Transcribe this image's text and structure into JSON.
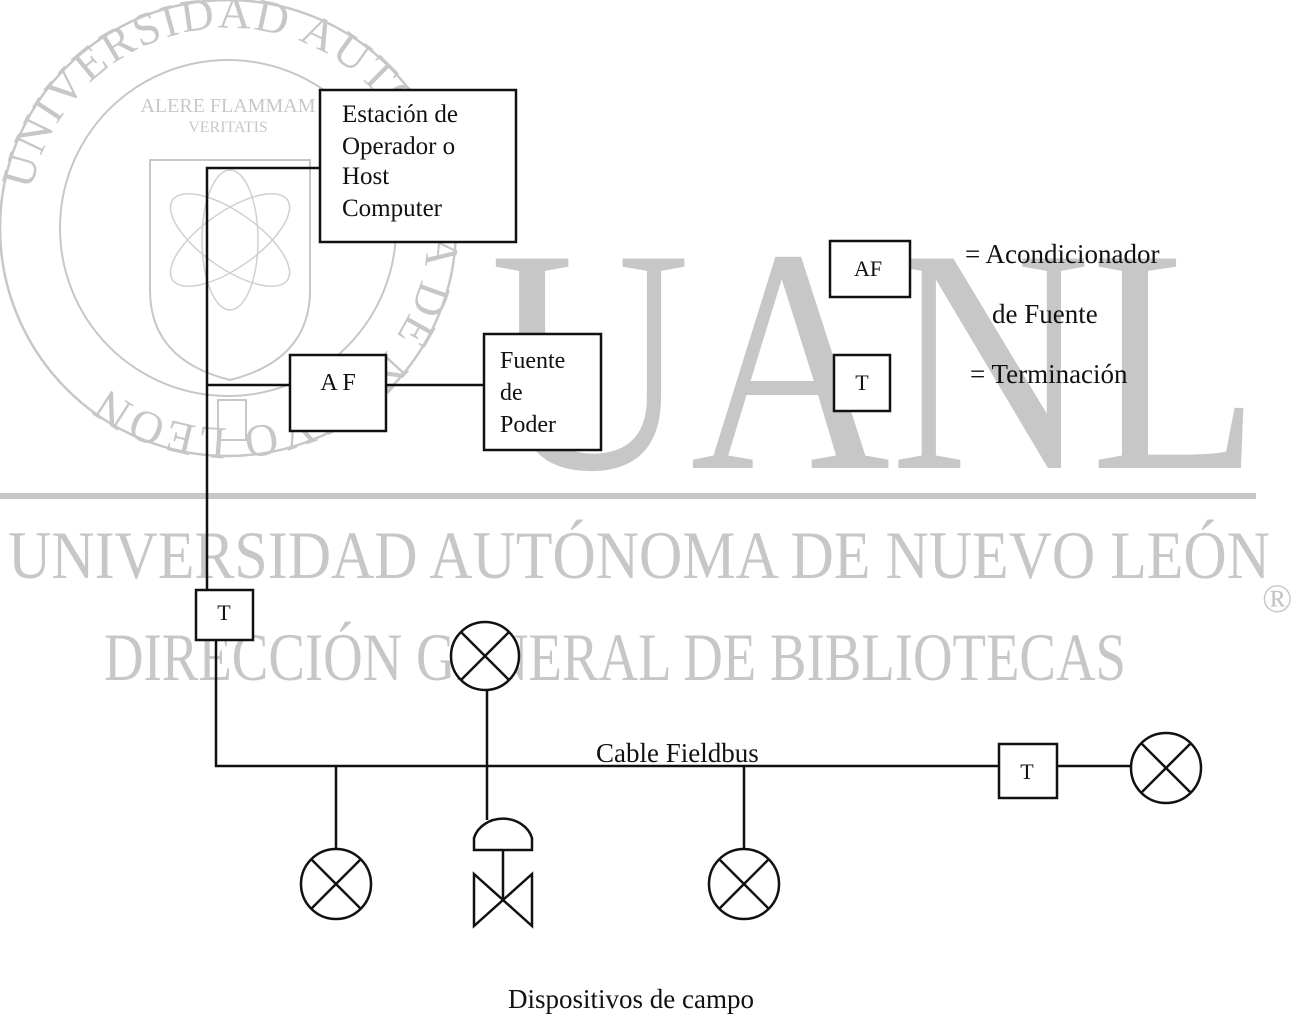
{
  "watermark": {
    "seal_motto_1": "ALERE FLAMMAM",
    "seal_motto_2": "VERITATIS",
    "seal_ring_text": "UNIVERSIDAD AUTONOMA DE NUEVO LEON",
    "big_letters": "UANL",
    "line1": "UNIVERSIDAD AUTÓNOMA DE NUEVO LEÓN",
    "line2": "DIRECCIÓN GENERAL DE BIBLIOTECAS",
    "registered": "®"
  },
  "diagram": {
    "host_box": [
      "Estación de",
      "Operador o",
      "Host",
      "Computer"
    ],
    "af_box": "A F",
    "power_box": [
      "Fuente",
      "de",
      "Poder"
    ],
    "t_box_left": "T",
    "t_box_right": "T",
    "cable_label": "Cable Fieldbus",
    "caption": "Dispositivos de campo"
  },
  "legend": {
    "af_symbol": "AF",
    "af_text_1": "= Acondicionador",
    "af_text_2": "de Fuente",
    "t_symbol": "T",
    "t_text": "= Terminación"
  }
}
